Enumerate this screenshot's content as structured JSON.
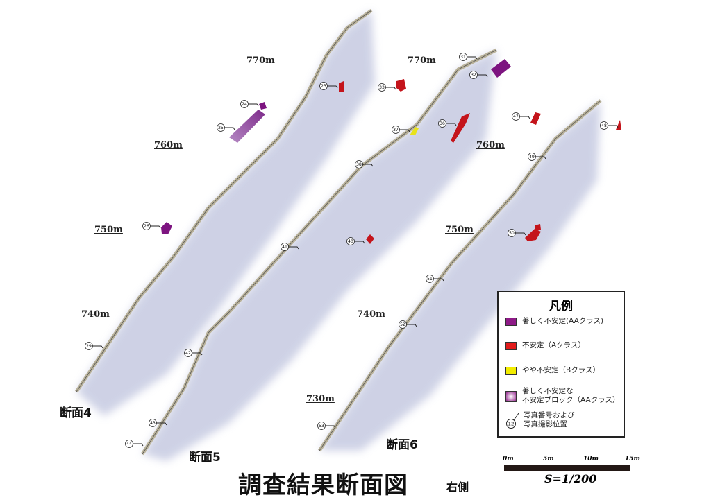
{
  "title": "調査結果断面図",
  "title_side": "右側",
  "sections": [
    {
      "label": "断面4"
    },
    {
      "label": "断面5"
    },
    {
      "label": "断面6"
    }
  ],
  "elevations": {
    "s4": [
      "770m",
      "760m",
      "750m",
      "740m"
    ],
    "s5": [
      "770m",
      "760m",
      "750m",
      "740m",
      "730m"
    ]
  },
  "photo_numbers": [
    "23",
    "24",
    "25",
    "26",
    "29",
    "31",
    "32",
    "33",
    "36",
    "37",
    "38",
    "40",
    "41",
    "42",
    "43",
    "44",
    "47",
    "48",
    "49",
    "50",
    "51",
    "52",
    "53"
  ],
  "legend": {
    "title": "凡例",
    "items": [
      {
        "label": "著しく不安定(AAクラス)",
        "color": "#8e1a87"
      },
      {
        "label": "不安定（Aクラス）",
        "color": "#e21b1b"
      },
      {
        "label": "やや不安定（Bクラス）",
        "color": "#f2ec00"
      },
      {
        "label": "著しく不安定な",
        "label2": "不安定ブロック（AAクラス）",
        "color": "#9b2a93"
      },
      {
        "label": "写真番号および",
        "label2": "写真撮影位置",
        "icon_number": "12"
      }
    ]
  },
  "scale": {
    "ticks": [
      "0m",
      "5m",
      "10m",
      "15m"
    ],
    "ratio": "S=1/200"
  },
  "colors": {
    "cliff_shade": "#c9cde3",
    "rock": "#e9e3cf",
    "aa": "#7d1480",
    "a": "#c4141b",
    "b": "#e8e21a"
  }
}
